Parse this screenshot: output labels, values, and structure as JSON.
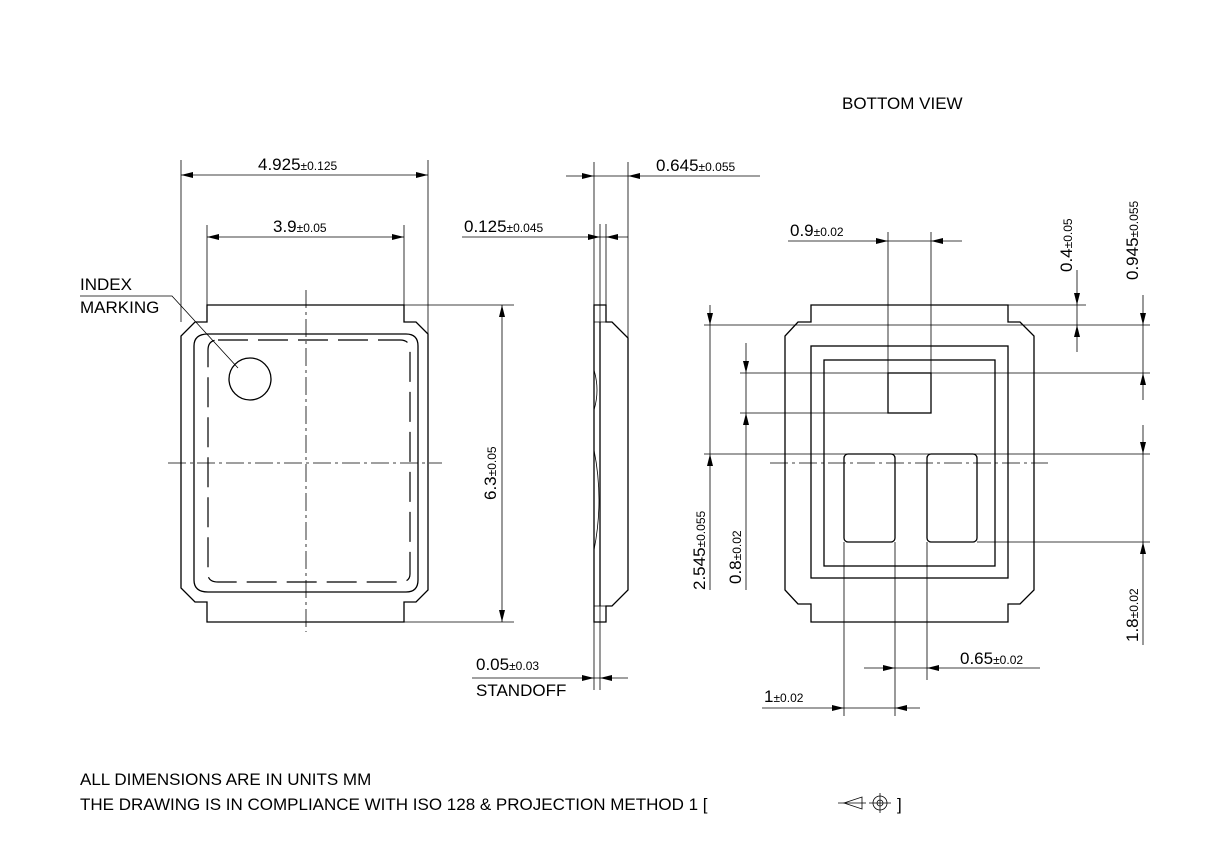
{
  "bottom_view_title": "BOTTOM VIEW",
  "index_marking": [
    "INDEX",
    "MARKING"
  ],
  "standoff_label": "STANDOFF",
  "dimensions": {
    "overall_width": {
      "value": "4.925",
      "tol": "±0.125"
    },
    "body_width": {
      "value": "3.9",
      "tol": "±0.05"
    },
    "height": {
      "value": "6.3",
      "tol": "±0.05"
    },
    "standoff": {
      "value": "0.05",
      "tol": "±0.03"
    },
    "thickness": {
      "value": "0.645",
      "tol": "±0.055"
    },
    "lead_thickness": {
      "value": "0.125",
      "tol": "±0.045"
    },
    "pad_top_width": {
      "value": "0.9",
      "tol": "±0.02"
    },
    "pad_top_offset": {
      "value": "0.4",
      "tol": "±0.05"
    },
    "pad_top_to_center": {
      "value": "0.945",
      "tol": "±0.055"
    },
    "gate_to_center": {
      "value": "2.545",
      "tol": "±0.055"
    },
    "pad_top_height": {
      "value": "0.8",
      "tol": "±0.02"
    },
    "pad_height": {
      "value": "1.8",
      "tol": "±0.02"
    },
    "pad_gap": {
      "value": "0.65",
      "tol": "±0.02"
    },
    "pad_width": {
      "value": "1",
      "tol": "±0.02"
    }
  },
  "notes": {
    "line1": "ALL DIMENSIONS ARE IN UNITS MM",
    "line2": "THE DRAWING IS IN COMPLIANCE WITH ISO 128 & PROJECTION METHOD 1 [",
    "line2_end": "]"
  },
  "icons": [
    "projection-method-1-icon"
  ]
}
